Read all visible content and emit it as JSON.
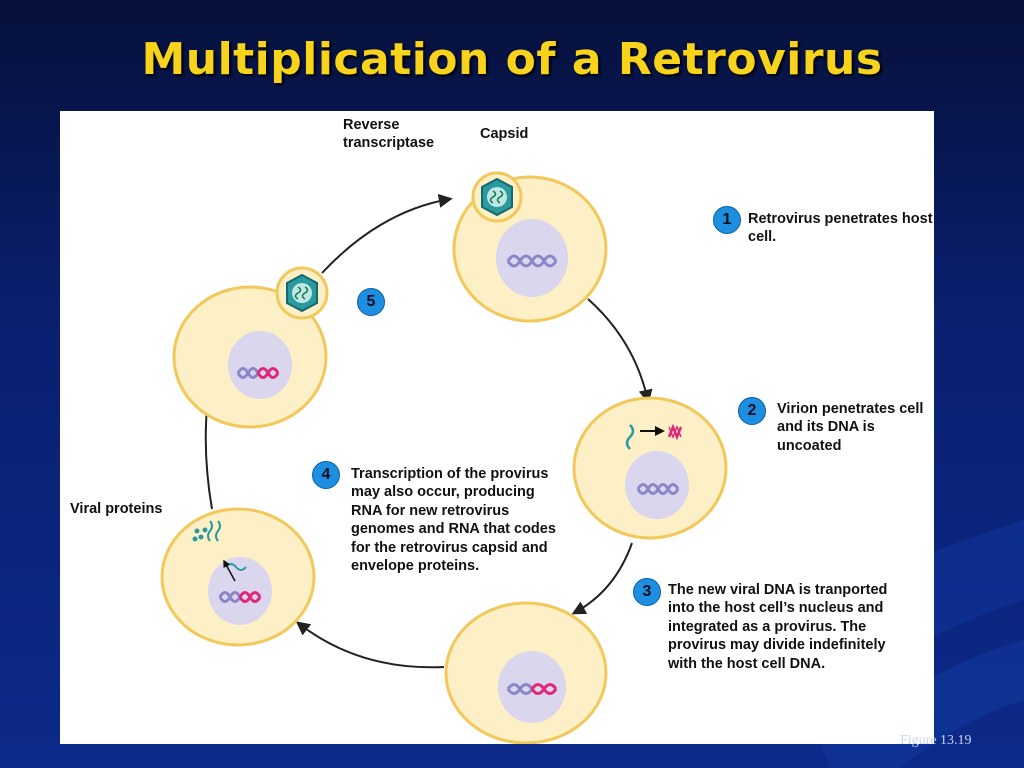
{
  "slide": {
    "title": "Multiplication of a Retrovirus",
    "figure_ref": "Figure 13.19"
  },
  "labels": {
    "reverse_transcriptase": "Reverse transcriptase",
    "capsid": "Capsid",
    "viral_proteins": "Viral proteins"
  },
  "steps": [
    {
      "number": "1",
      "text": "Retrovirus penetrates host cell."
    },
    {
      "number": "2",
      "text": "Virion penetrates cell and its DNA is uncoated"
    },
    {
      "number": "3",
      "text": "The new viral DNA is tranported into the host cell’s nucleus and integrated as a provirus. The provirus may divide indefinitely with the host cell DNA."
    },
    {
      "number": "4",
      "text": "Transcription of the provirus may also occur, producing RNA for new retrovirus genomes and RNA that codes for the retrovirus capsid and envelope proteins."
    },
    {
      "number": "5",
      "text": ""
    }
  ],
  "colors": {
    "title": "#f7d31c",
    "cell_fill": "#fdf0c6",
    "cell_stroke": "#f2c85a",
    "nucleus": "#d9d6ee",
    "host_dna": "#8a86c8",
    "viral_dna": "#e0287a",
    "virus": "#2a9aa0",
    "step_badge": "#1e8fe0"
  }
}
